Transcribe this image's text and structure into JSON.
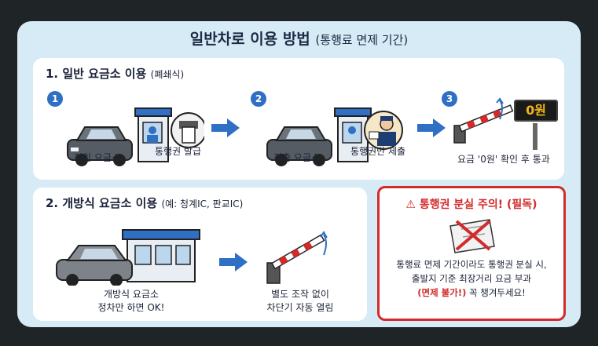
{
  "title": {
    "main": "일반차로 이용 방법",
    "sub": "(통행료 면제 기간)"
  },
  "section1": {
    "heading": "1. 일반 요금소 이용",
    "heading_note": "(폐쇄식)",
    "steps": [
      {
        "num": "1",
        "labels": [
          "진입 요금소",
          "통행권 발급"
        ]
      },
      {
        "num": "2",
        "labels": [
          "진출 요금소",
          "통행권만 제출"
        ]
      },
      {
        "num": "3",
        "labels": [
          "요금 '0원' 확인 후 통과"
        ],
        "display": "0원"
      }
    ]
  },
  "section2": {
    "heading": "2. 개방식 요금소 이용",
    "heading_note": "(예: 청계IC, 판교IC)",
    "left_caption": [
      "개방식 요금소",
      "정차만 하면 OK!"
    ],
    "right_caption": [
      "별도 조작 없이",
      "차단기 자동 열림"
    ]
  },
  "warning": {
    "title": "통행권 분실 주의! (필독)",
    "line1": "통행료 면제 기간이라도 통행권 분실 시,",
    "line2": "출발지 기준 최장거리 요금 부과",
    "line3_red": "(면제 불가!)",
    "line3_rest": " 꼭 챙겨두세요!"
  },
  "colors": {
    "accent": "#2f6fc4",
    "warning": "#d32a2a",
    "panel": "#d6ebf6"
  }
}
